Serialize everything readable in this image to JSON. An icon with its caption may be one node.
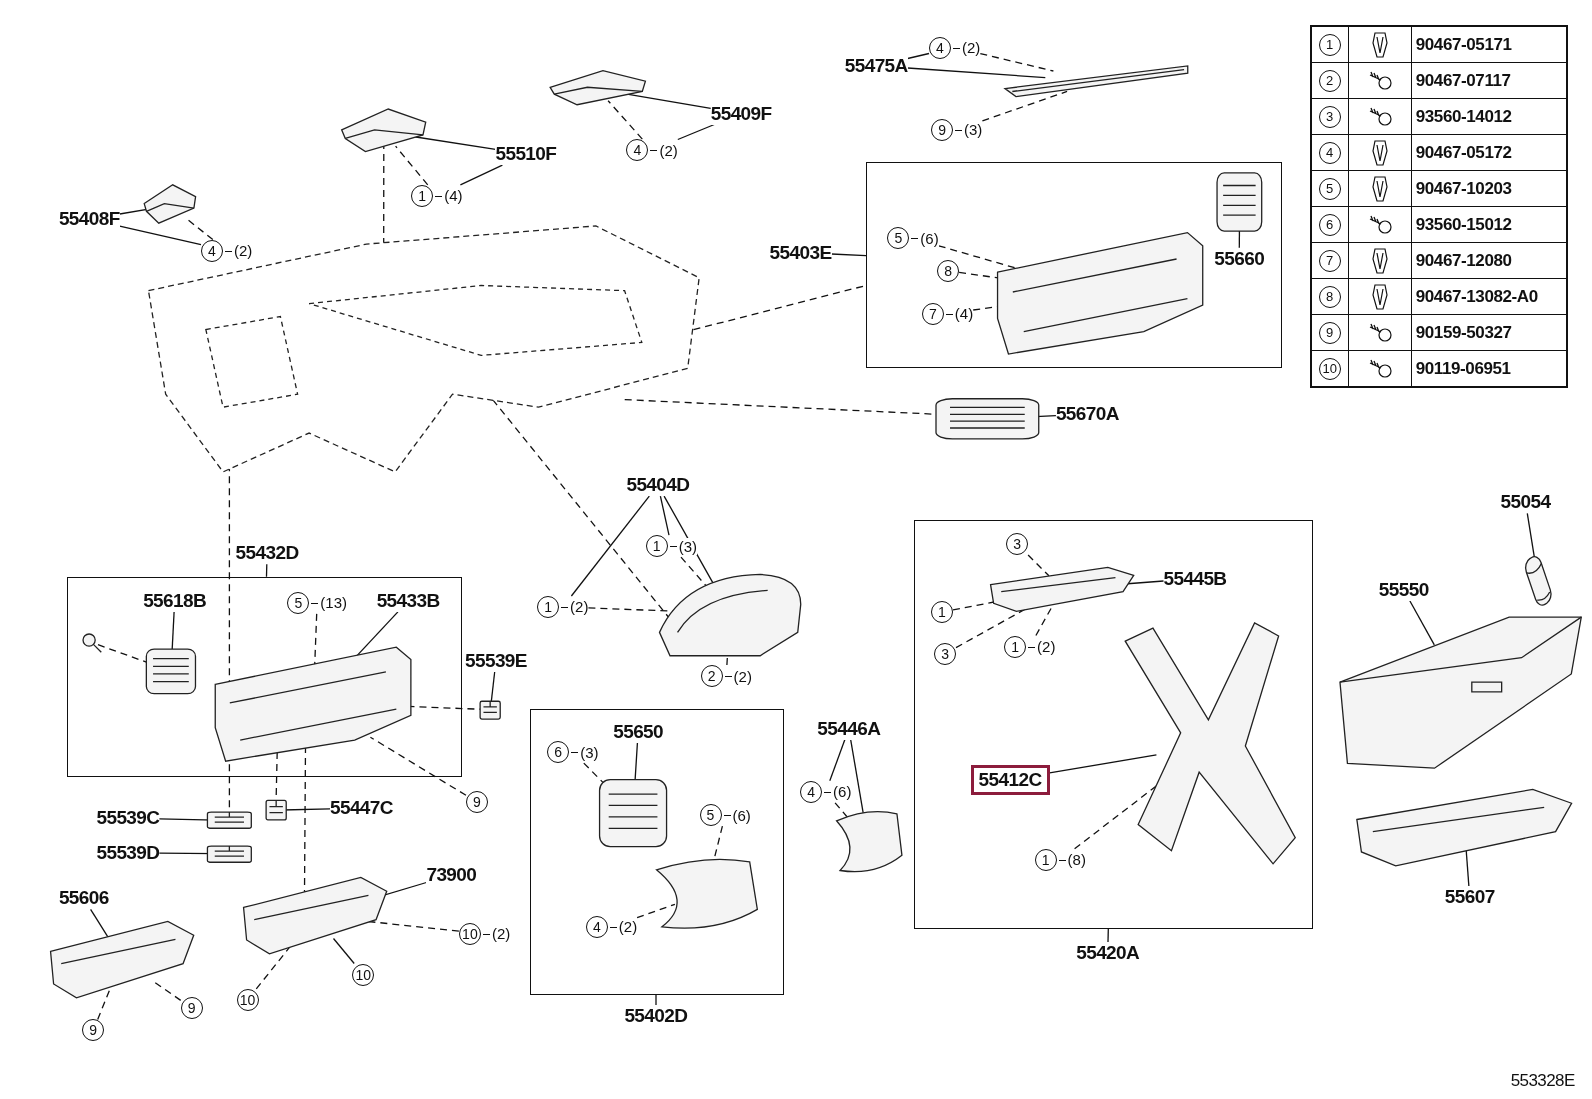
{
  "diagram": {
    "nodes": [
      {
        "text": [
          "55408F"
        ]
      },
      {
        "text": [],
        "shape": "picture"
      },
      {
        "text": [
          "4",
          "(2)"
        ]
      },
      {
        "text": [
          "55510F"
        ]
      },
      {
        "text": [],
        "shape": "picture"
      },
      {
        "text": [
          "1",
          "(4)"
        ]
      },
      {
        "text": [
          "55409F"
        ]
      },
      {
        "text": [],
        "shape": "picture"
      },
      {
        "text": [
          "4",
          "(2)"
        ]
      },
      {
        "text": [],
        "shape": "picture"
      },
      {
        "text": [
          "55475A"
        ]
      },
      {
        "text": [],
        "shape": "picture"
      },
      {
        "text": [
          "4",
          "(2)"
        ]
      },
      {
        "text": [
          "9",
          "(3)"
        ]
      },
      {
        "text": [],
        "shape": "box"
      },
      {
        "text": [],
        "shape": "picture",
        "in": 14
      },
      {
        "text": [],
        "shape": "picture",
        "in": 14
      },
      {
        "text": [
          "55660"
        ],
        "in": 14
      },
      {
        "text": [
          "5",
          "(6)"
        ],
        "in": 14
      },
      {
        "text": [
          "8"
        ],
        "in": 14
      },
      {
        "text": [
          "7",
          "(4)"
        ],
        "in": 14
      },
      {
        "text": [
          "55670A"
        ]
      },
      {
        "text": [],
        "shape": "picture"
      },
      {
        "text": [
          "55404D"
        ]
      },
      {
        "text": [],
        "shape": "picture"
      },
      {
        "text": [
          "1",
          "(3)"
        ]
      },
      {
        "text": [
          "1",
          "(2)"
        ]
      },
      {
        "text": [
          "2",
          "(2)"
        ]
      },
      {
        "text": [],
        "shape": "box"
      },
      {
        "text": [
          "55618B"
        ],
        "in": 28
      },
      {
        "text": [],
        "shape": "picture",
        "in": 28
      },
      {
        "text": [],
        "shape": "picture",
        "in": 28
      },
      {
        "text": [
          "5",
          "(13)"
        ],
        "in": 28
      },
      {
        "text": [
          "55433B"
        ],
        "in": 28
      },
      {
        "text": [],
        "shape": "picture",
        "in": 28
      },
      {
        "text": [
          "55539E"
        ]
      },
      {
        "text": [],
        "shape": "picture"
      },
      {
        "text": [
          "9"
        ]
      },
      {
        "text": [
          "55539C"
        ]
      },
      {
        "text": [],
        "shape": "picture"
      },
      {
        "text": [
          "55539D"
        ]
      },
      {
        "text": [],
        "shape": "picture"
      },
      {
        "text": [
          "55447C"
        ]
      },
      {
        "text": [],
        "shape": "picture"
      },
      {
        "text": [
          "55606"
        ]
      },
      {
        "text": [],
        "shape": "picture"
      },
      {
        "text": [
          "9"
        ]
      },
      {
        "text": [
          "9"
        ]
      },
      {
        "text": [
          "73900"
        ]
      },
      {
        "text": [],
        "shape": "picture"
      },
      {
        "text": [
          "10",
          "(2)"
        ]
      },
      {
        "text": [
          "10"
        ]
      },
      {
        "text": [
          "10"
        ]
      },
      {
        "text": [],
        "shape": "box"
      },
      {
        "text": [
          "55650"
        ],
        "in": 53
      },
      {
        "text": [],
        "shape": "picture",
        "in": 53
      },
      {
        "text": [
          "6",
          "(3)"
        ],
        "in": 53
      },
      {
        "text": [
          "5",
          "(6)"
        ],
        "in": 53
      },
      {
        "text": [],
        "shape": "picture",
        "in": 53
      },
      {
        "text": [
          "4",
          "(2)"
        ],
        "in": 53
      },
      {
        "text": [
          "55446A"
        ]
      },
      {
        "text": [],
        "shape": "picture"
      },
      {
        "text": [
          "4",
          "(6)"
        ]
      },
      {
        "text": [],
        "shape": "box"
      },
      {
        "text": [
          "55445B"
        ],
        "in": 63
      },
      {
        "text": [],
        "shape": "picture",
        "in": 63
      },
      {
        "text": [
          "3"
        ],
        "in": 63
      },
      {
        "text": [
          "1"
        ],
        "in": 63
      },
      {
        "text": [
          "3"
        ],
        "in": 63
      },
      {
        "text": [
          "1",
          "(2)"
        ],
        "in": 63
      },
      {
        "text": [
          "55412C"
        ],
        "in": 63
      },
      {
        "text": [],
        "shape": "picture",
        "in": 63
      },
      {
        "text": [
          "1",
          "(8)"
        ],
        "in": 63
      },
      {
        "text": [
          "55054"
        ]
      },
      {
        "text": [],
        "shape": "picture"
      },
      {
        "text": [
          "55550"
        ]
      },
      {
        "text": [],
        "shape": "picture"
      },
      {
        "text": [
          "55607"
        ]
      },
      {
        "text": [],
        "shape": "picture"
      },
      {
        "text": [
          "1"
        ]
      },
      {
        "text": [
          "2"
        ]
      },
      {
        "text": [
          "3"
        ]
      },
      {
        "text": [
          "4"
        ]
      },
      {
        "text": [
          "5"
        ]
      },
      {
        "text": [
          "6"
        ]
      },
      {
        "text": [
          "7"
        ]
      },
      {
        "text": [
          "8"
        ]
      },
      {
        "text": [
          "9"
        ]
      },
      {
        "text": [
          "10"
        ]
      },
      {
        "text": [
          "55403E"
        ]
      },
      {
        "text": [
          "55432D"
        ]
      },
      {
        "text": [
          "55402D"
        ]
      },
      {
        "text": [
          "55420A"
        ]
      }
    ],
    "edges": [
      {
        "from": 0,
        "to": 1,
        "arrow": "none"
      },
      {
        "from": 0,
        "to": 2,
        "arrow": "none"
      },
      {
        "from": 2,
        "to": 1,
        "arrow": "none",
        "style": "dashed"
      },
      {
        "from": 3,
        "to": 4,
        "arrow": "none"
      },
      {
        "from": 3,
        "to": 5,
        "arrow": "none"
      },
      {
        "from": 5,
        "to": 4,
        "arrow": "none",
        "style": "dashed"
      },
      {
        "from": 6,
        "to": 7,
        "arrow": "none"
      },
      {
        "from": 6,
        "to": 8,
        "arrow": "none"
      },
      {
        "from": 8,
        "to": 7,
        "arrow": "none",
        "style": "dashed"
      },
      {
        "from": 4,
        "to": 9,
        "arrow": "none",
        "style": "dashed"
      },
      {
        "from": 10,
        "to": 11,
        "arrow": "none"
      },
      {
        "from": 10,
        "to": 12,
        "arrow": "none"
      },
      {
        "from": 12,
        "to": 11,
        "arrow": "none",
        "style": "dashed"
      },
      {
        "from": 13,
        "to": 11,
        "arrow": "none",
        "style": "dashed"
      },
      {
        "from": 9,
        "to": 14,
        "arrow": "none",
        "style": "dashed"
      },
      {
        "from": 17,
        "to": 16,
        "arrow": "none"
      },
      {
        "from": 18,
        "to": 15,
        "arrow": "none",
        "style": "dashed"
      },
      {
        "from": 19,
        "to": 15,
        "arrow": "none",
        "style": "dashed"
      },
      {
        "from": 20,
        "to": 15,
        "arrow": "none",
        "style": "dashed"
      },
      {
        "from": 21,
        "to": 22,
        "arrow": "none"
      },
      {
        "from": 9,
        "to": 22,
        "arrow": "none",
        "style": "dashed"
      },
      {
        "from": 23,
        "to": 24,
        "arrow": "none"
      },
      {
        "from": 23,
        "to": 25,
        "arrow": "none"
      },
      {
        "from": 23,
        "to": 26,
        "arrow": "none"
      },
      {
        "from": 25,
        "to": 24,
        "arrow": "none",
        "style": "dashed"
      },
      {
        "from": 26,
        "to": 24,
        "arrow": "none",
        "style": "dashed"
      },
      {
        "from": 27,
        "to": 24,
        "arrow": "none",
        "style": "dashed"
      },
      {
        "from": 9,
        "to": 24,
        "arrow": "none",
        "style": "dashed"
      },
      {
        "from": 29,
        "to": 30,
        "arrow": "none"
      },
      {
        "from": 31,
        "to": 30,
        "arrow": "none",
        "style": "dashed"
      },
      {
        "from": 33,
        "to": 34,
        "arrow": "none"
      },
      {
        "from": 32,
        "to": 34,
        "arrow": "none",
        "style": "dashed"
      },
      {
        "from": 35,
        "to": 36,
        "arrow": "none"
      },
      {
        "from": 34,
        "to": 36,
        "arrow": "none",
        "style": "dashed"
      },
      {
        "from": 37,
        "to": 34,
        "arrow": "none",
        "style": "dashed"
      },
      {
        "from": 38,
        "to": 39,
        "arrow": "none"
      },
      {
        "from": 40,
        "to": 41,
        "arrow": "none"
      },
      {
        "from": 42,
        "to": 43,
        "arrow": "none"
      },
      {
        "from": 9,
        "to": 39,
        "arrow": "none",
        "style": "dashed"
      },
      {
        "from": 34,
        "to": 43,
        "arrow": "none",
        "style": "dashed"
      },
      {
        "from": 44,
        "to": 45,
        "arrow": "none"
      },
      {
        "from": 46,
        "to": 45,
        "arrow": "none",
        "style": "dashed"
      },
      {
        "from": 47,
        "to": 45,
        "arrow": "none",
        "style": "dashed"
      },
      {
        "from": 48,
        "to": 49,
        "arrow": "none"
      },
      {
        "from": 50,
        "to": 49,
        "arrow": "none",
        "style": "dashed"
      },
      {
        "from": 51,
        "to": 49,
        "arrow": "none"
      },
      {
        "from": 52,
        "to": 49,
        "arrow": "none",
        "style": "dashed"
      },
      {
        "from": 34,
        "to": 49,
        "arrow": "none",
        "style": "dashed"
      },
      {
        "from": 54,
        "to": 55,
        "arrow": "none"
      },
      {
        "from": 56,
        "to": 55,
        "arrow": "none",
        "style": "dashed"
      },
      {
        "from": 57,
        "to": 58,
        "arrow": "none",
        "style": "dashed"
      },
      {
        "from": 59,
        "to": 58,
        "arrow": "none",
        "style": "dashed"
      },
      {
        "from": 60,
        "to": 61,
        "arrow": "none"
      },
      {
        "from": 60,
        "to": 62,
        "arrow": "none"
      },
      {
        "from": 62,
        "to": 61,
        "arrow": "none",
        "style": "dashed"
      },
      {
        "from": 64,
        "to": 65,
        "arrow": "none"
      },
      {
        "from": 66,
        "to": 65,
        "arrow": "none",
        "style": "dashed"
      },
      {
        "from": 67,
        "to": 65,
        "arrow": "none",
        "style": "dashed"
      },
      {
        "from": 68,
        "to": 65,
        "arrow": "none",
        "style": "dashed"
      },
      {
        "from": 69,
        "to": 65,
        "arrow": "none",
        "style": "dashed"
      },
      {
        "from": 70,
        "to": 71,
        "arrow": "none"
      },
      {
        "from": 72,
        "to": 71,
        "arrow": "none",
        "style": "dashed"
      },
      {
        "from": 73,
        "to": 74,
        "arrow": "none"
      },
      {
        "from": 75,
        "to": 76,
        "arrow": "none"
      },
      {
        "from": 77,
        "to": 78,
        "arrow": "none"
      },
      {
        "from": 89,
        "to": 14,
        "arrow": "none"
      },
      {
        "from": 90,
        "to": 28,
        "arrow": "none"
      },
      {
        "from": 91,
        "to": 53,
        "arrow": "none"
      },
      {
        "from": 92,
        "to": 63,
        "arrow": "none"
      }
    ],
    "labels": [
      "90467-05171",
      "90467-07117",
      "93560-14012",
      "90467-05172",
      "90467-10203",
      "93560-15012",
      "90467-12080",
      "90467-13082-A0",
      "90159-50327",
      "90119-06951",
      "553328E"
    ]
  }
}
